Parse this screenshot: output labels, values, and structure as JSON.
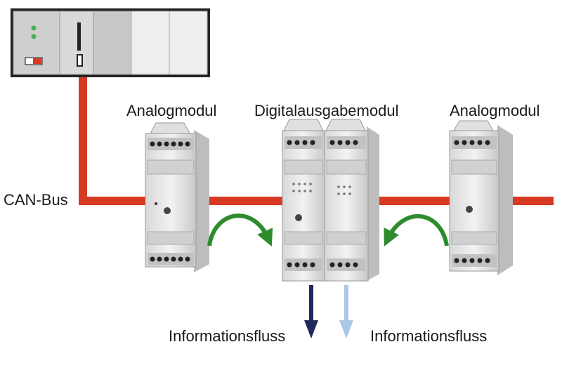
{
  "labels": {
    "can_bus": "CAN-Bus",
    "module_left": "Analogmodul",
    "module_center": "Digitalausgabemodul",
    "module_right": "Analogmodul",
    "flow_left": "Informationsfluss",
    "flow_right": "Informationsfluss"
  },
  "colors": {
    "bus": "#d63a22",
    "loop_arrow": "#2e8b2e",
    "flow_dark": "#1f2a5c",
    "flow_light": "#a9c8e4",
    "controller_frame": "#111111"
  },
  "icons": {
    "controller": "plc-controller-icon",
    "module": "din-rail-module-icon",
    "curved_arrow": "curved-arrow-icon",
    "down_arrow": "arrow-down-icon"
  }
}
